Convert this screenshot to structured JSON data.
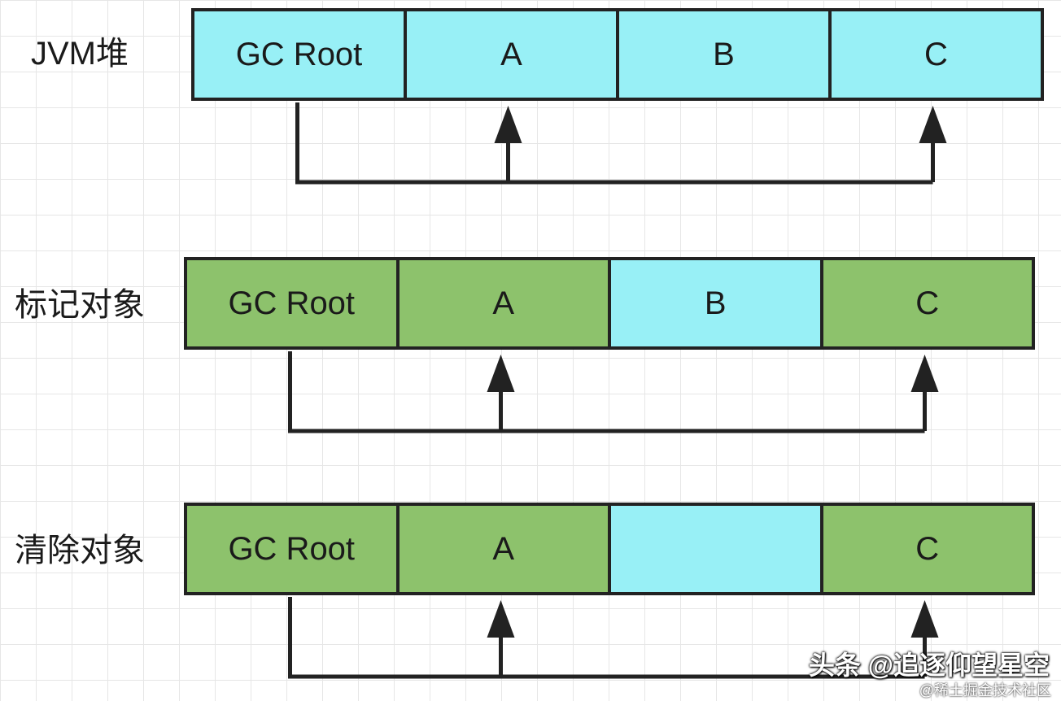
{
  "rows": [
    {
      "label": "JVM堆",
      "cells": [
        {
          "text": "GC Root",
          "state": "free"
        },
        {
          "text": "A",
          "state": "free"
        },
        {
          "text": "B",
          "state": "free"
        },
        {
          "text": "C",
          "state": "free"
        }
      ]
    },
    {
      "label": "标记对象",
      "cells": [
        {
          "text": "GC Root",
          "state": "alive"
        },
        {
          "text": "A",
          "state": "alive"
        },
        {
          "text": "B",
          "state": "free"
        },
        {
          "text": "C",
          "state": "alive"
        }
      ]
    },
    {
      "label": "清除对象",
      "cells": [
        {
          "text": "GC Root",
          "state": "alive"
        },
        {
          "text": "A",
          "state": "alive"
        },
        {
          "text": "",
          "state": "free"
        },
        {
          "text": "C",
          "state": "alive"
        }
      ]
    }
  ],
  "references": [
    {
      "from": 0,
      "to": 1
    },
    {
      "from": 0,
      "to": 3
    }
  ],
  "colors": {
    "alive": "#8dc26c",
    "free": "#98f0f6",
    "stroke": "#222222"
  },
  "watermark": {
    "main": "头条 @追逐仰望星空",
    "sub": "@稀土掘金技术社区"
  }
}
